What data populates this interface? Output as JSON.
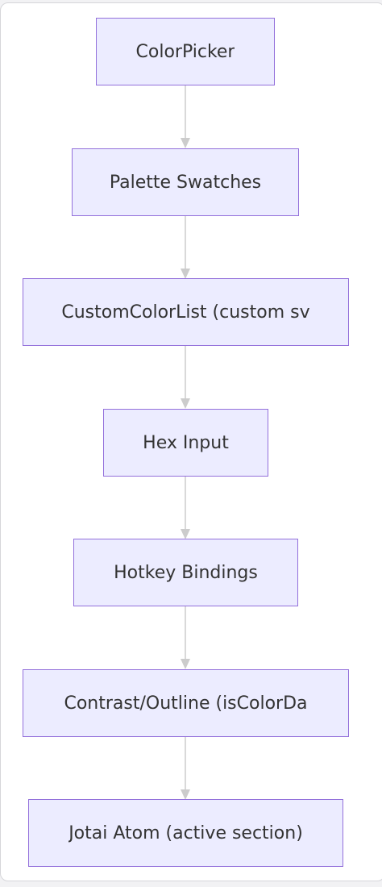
{
  "diagram": {
    "nodes": [
      {
        "id": "colorpicker",
        "label": "ColorPicker"
      },
      {
        "id": "palette-swatches",
        "label": "Palette Swatches"
      },
      {
        "id": "custom-color-list",
        "label": "CustomColorList (custom sv"
      },
      {
        "id": "hex-input",
        "label": "Hex Input"
      },
      {
        "id": "hotkey-bindings",
        "label": "Hotkey Bindings"
      },
      {
        "id": "contrast-outline",
        "label": "Contrast/Outline (isColorDa"
      },
      {
        "id": "jotai-atom",
        "label": "Jotai Atom (active section)"
      }
    ],
    "edges": [
      {
        "from": "colorpicker",
        "to": "palette-swatches"
      },
      {
        "from": "palette-swatches",
        "to": "custom-color-list"
      },
      {
        "from": "custom-color-list",
        "to": "hex-input"
      },
      {
        "from": "hex-input",
        "to": "hotkey-bindings"
      },
      {
        "from": "hotkey-bindings",
        "to": "contrast-outline"
      },
      {
        "from": "contrast-outline",
        "to": "jotai-atom"
      }
    ],
    "colors": {
      "node_fill": "#ececff",
      "node_border": "#9370db",
      "edge": "#cccccc",
      "text": "#333333"
    }
  }
}
